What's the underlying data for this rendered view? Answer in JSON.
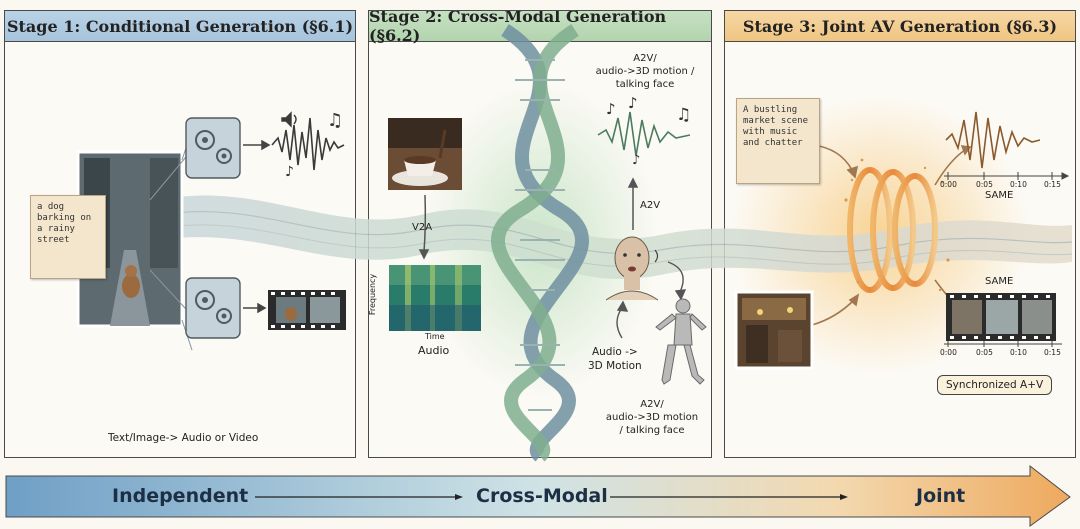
{
  "stages": [
    {
      "title": "Stage 1: Conditional Generation (§6.1)",
      "caption": "Text/Image-> Audio or Video",
      "prompt": "a dog\nbarking on\na rainy\nstreet"
    },
    {
      "title": "Stage 2: Cross-Modal Generation (§6.2)",
      "v2a_label": "V2A",
      "spectrogram_ylabel": "Frequency",
      "spectrogram_xlabel": "Time",
      "spectrogram_caption": "Audio",
      "a2v_top": "A2V/\naudio->3D motion /\ntalking face",
      "a2v_mid": "A2V",
      "audio_3d": "Audio ->\n3D Motion",
      "a2v_bottom": "A2V/\naudio->3D motion\n/ talking face"
    },
    {
      "title": "Stage 3: Joint AV Generation (§6.3)",
      "prompt": "A bustling\nmarket scene\nwith music\nand chatter",
      "same_audio": "SAME",
      "same_video": "SAME",
      "ticks": [
        "0:00",
        "0:05",
        "0:10",
        "0:15"
      ],
      "badge": "Synchronized A+V"
    }
  ],
  "progression": [
    "Independent",
    "Cross-Modal",
    "Joint"
  ],
  "colors": {
    "stage1": "#a6c4dc",
    "stage2": "#b3d4ae",
    "stage3": "#efc582",
    "arrow": "#1d2f45"
  }
}
